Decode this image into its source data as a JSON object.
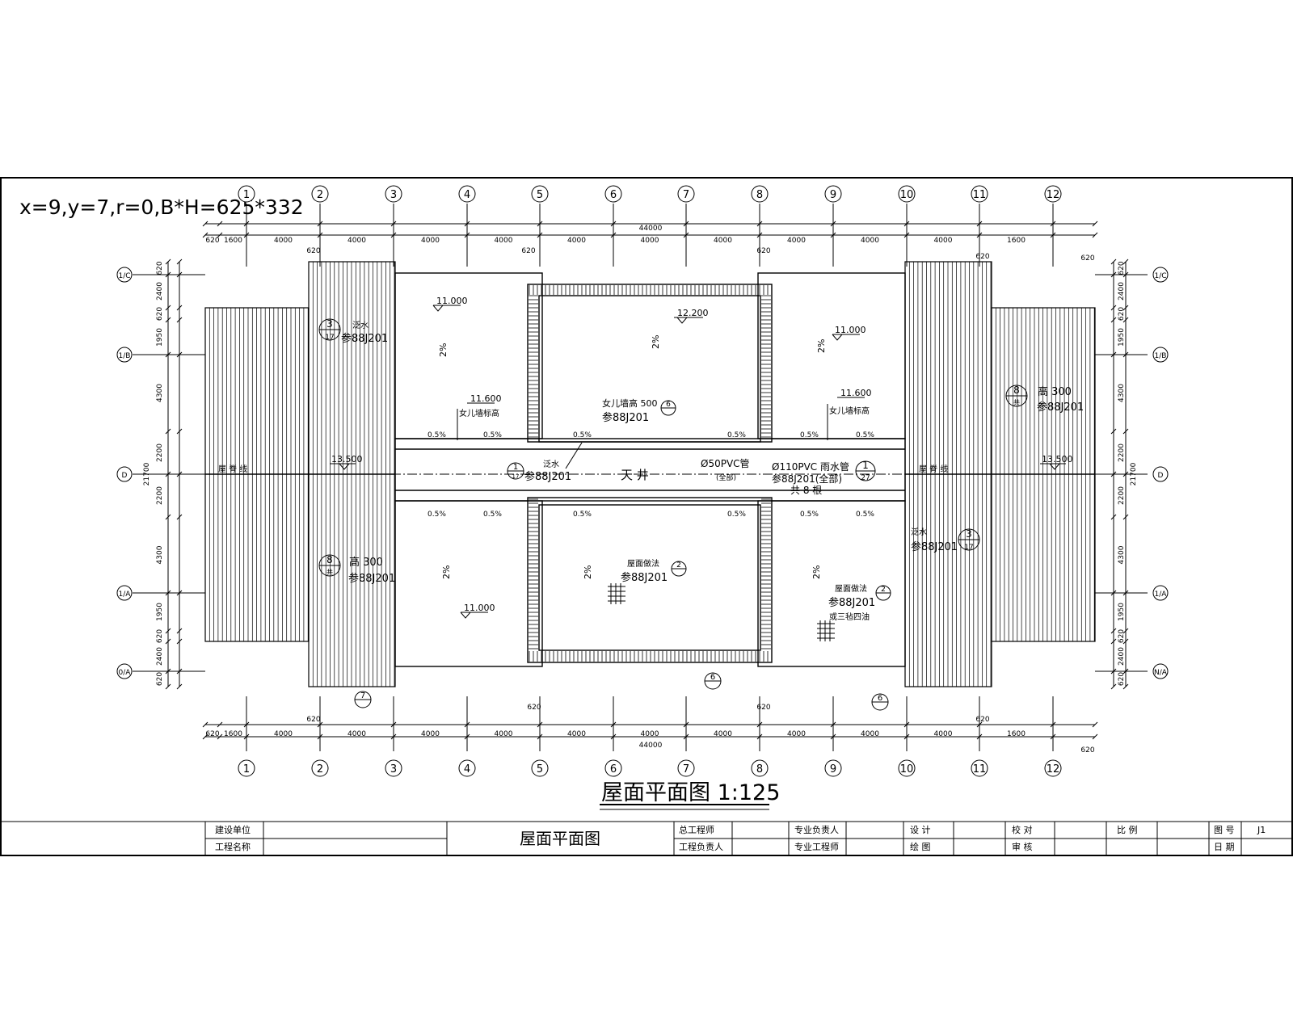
{
  "header_note": "x=9,y=7,r=0,B*H=625*332",
  "drawing_title": "屋面平面图 1:125",
  "axes": {
    "columns": [
      "1",
      "2",
      "3",
      "4",
      "5",
      "6",
      "7",
      "8",
      "9",
      "10",
      "11",
      "12"
    ],
    "rows_left": [
      "1/C",
      "1/B",
      "D",
      "1/A",
      "0/A"
    ],
    "rows_right": [
      "1/C",
      "1/B",
      "D",
      "1/A",
      "N/A"
    ]
  },
  "dimensions": {
    "top_total": "44000",
    "top_segments": [
      "620",
      "1600",
      "4000",
      "4000",
      "4000",
      "4000",
      "4000",
      "4000",
      "4000",
      "4000",
      "4000",
      "4000",
      "1600"
    ],
    "side_total": "21700",
    "side_segments": [
      "620",
      "2400",
      "620",
      "1950",
      "4300",
      "2200",
      "2200",
      "4300",
      "1950",
      "620",
      "2400",
      "620"
    ],
    "offset_620": "620",
    "bottom_total": "44000"
  },
  "elevations": {
    "e11000": "11.000",
    "e12200": "12.200",
    "e11600": "11.600",
    "e13500": "13.500"
  },
  "slopes": {
    "s2": "2%",
    "s05": "0.5%"
  },
  "annotations": {
    "fanshui": "泛水",
    "ref_88j201": "88J201",
    "ref_88j201_fan": "参88J201",
    "gao300": "高 300",
    "nvr_wall": "女儿墙标高",
    "nvr_500": "女儿墙高 500",
    "tianjing": "天    井",
    "pvc50": "Ø50PVC管",
    "quanbu": "(全部)",
    "pvc110": "Ø110PVC 雨水管",
    "pvc110_ref": "参88J201(全部)",
    "gong8": "共 8 根",
    "wumian_zuofa": "屋面做法",
    "jiao_san": "或三毡四油",
    "ridge": "屋    脊    线",
    "gong": "共"
  },
  "callouts": {
    "c3": "3",
    "c17": "17",
    "c8": "8",
    "c1": "1",
    "c27": "27",
    "c6": "6",
    "c7": "7",
    "c2": "2"
  },
  "title_block": {
    "construction_unit": "建设单位",
    "project_name": "工程名称",
    "sheet_title": "屋面平面图",
    "chief_engineer": "总工程师",
    "project_leader": "工程负责人",
    "discipline_leader": "专业负责人",
    "discipline_engineer": "专业工程师",
    "design": "设  计",
    "drawing": "绘  图",
    "check": "校  对",
    "review": "审  核",
    "scale_label": "比  例",
    "no_label": "图  号",
    "date_label": "日  期",
    "sheet_no": "J1"
  }
}
